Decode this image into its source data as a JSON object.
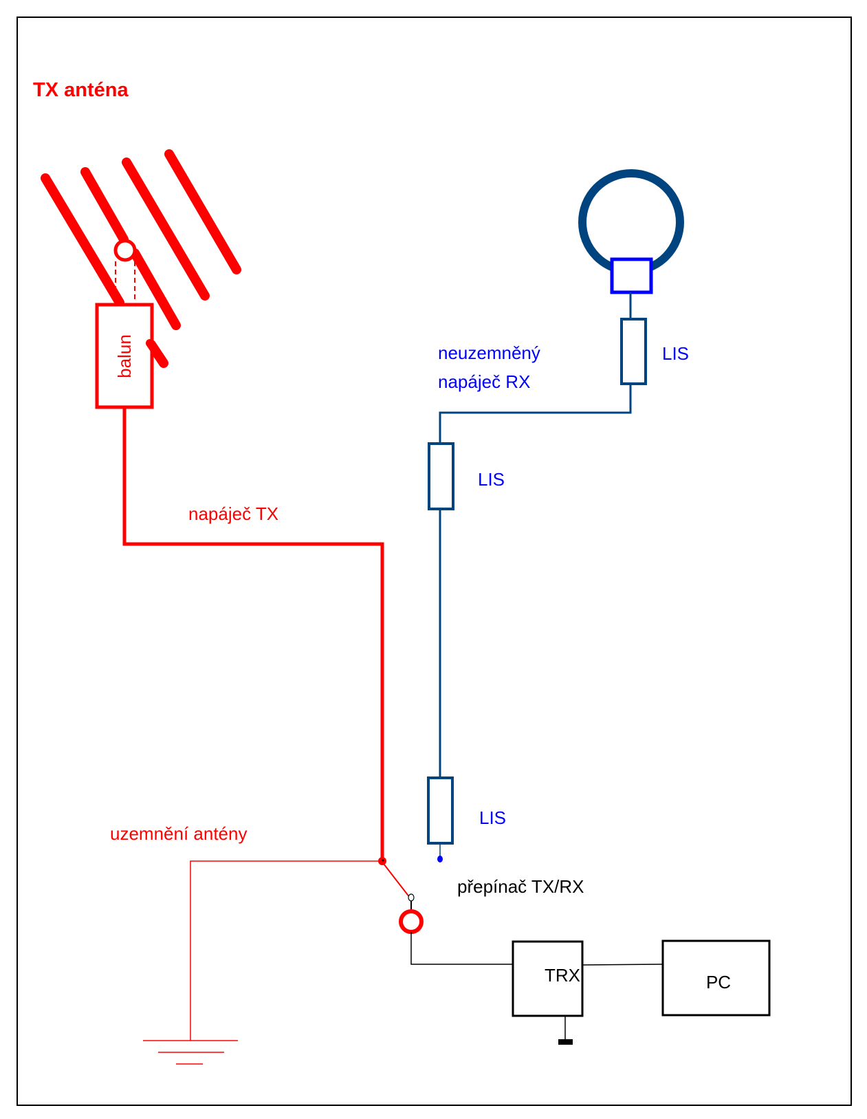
{
  "colors": {
    "tx_red": "#ff0000",
    "rx_navy": "#00447f",
    "rx_text_blue": "#0000ff",
    "black": "#000000"
  },
  "labels": {
    "title": "TX anténa",
    "balun": "balun",
    "feeder_tx": "napáječ TX",
    "feeder_rx_line1": "neuzemněný",
    "feeder_rx_line2": "napáječ RX",
    "lis_top": "LIS",
    "lis_middle": "LIS",
    "lis_bottom": "LIS",
    "antenna_ground": "uzemnění antény",
    "switch": "přepínač TX/RX",
    "trx": "TRX",
    "pc": "PC"
  },
  "components": [
    {
      "id": "tx-yagi-antenna",
      "kind": "antenna",
      "elements": 4
    },
    {
      "id": "balun",
      "kind": "balun"
    },
    {
      "id": "rx-loop-antenna",
      "kind": "loop-antenna"
    },
    {
      "id": "lis-choke",
      "kind": "choke",
      "count": 3
    },
    {
      "id": "tx-rx-switch",
      "kind": "switch"
    },
    {
      "id": "trx",
      "kind": "transceiver"
    },
    {
      "id": "pc",
      "kind": "computer"
    },
    {
      "id": "ground",
      "kind": "ground",
      "count": 2
    }
  ]
}
